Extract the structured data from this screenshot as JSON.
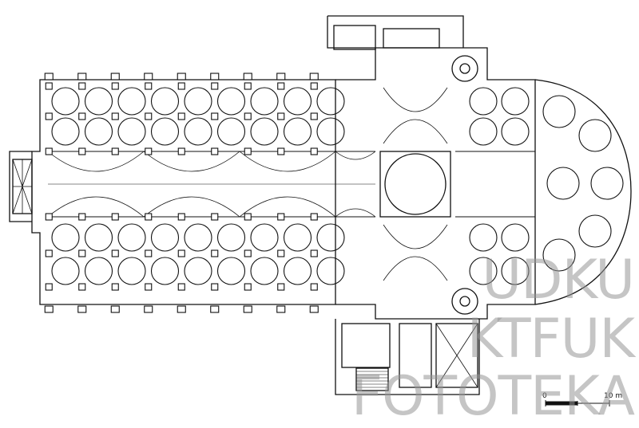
{
  "watermark": {
    "line1": "UDKU",
    "line2": "KTFUK",
    "line3": "FOTOTEKA"
  },
  "scale_bar": {
    "start_label": "0",
    "end_label": "10 m"
  },
  "colors": {
    "ink": "#111111",
    "background": "#ffffff",
    "watermark": "#969696"
  }
}
